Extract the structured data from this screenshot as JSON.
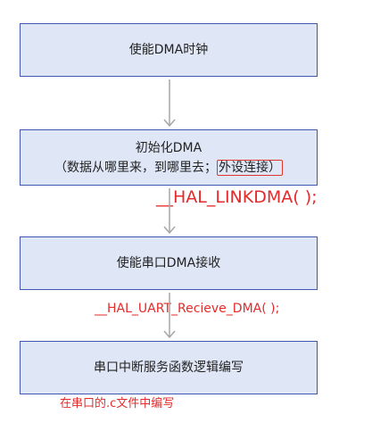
{
  "colors": {
    "box_fill": "#dfe6f6",
    "box_border": "#3f56b3",
    "arrow": "#a6a6a6",
    "annotation": "#e42a2a"
  },
  "steps": [
    {
      "lines": [
        "使能DMA时钟"
      ]
    },
    {
      "line1": "初始化DMA",
      "line2_prefix": "（数据从哪里来，到哪里去；",
      "line2_highlight": "外设连接）"
    },
    {
      "lines": [
        "使能串口DMA接收"
      ]
    },
    {
      "lines": [
        "串口中断服务函数逻辑编写"
      ]
    }
  ],
  "annotations": {
    "link_dma": "__HAL_LINKDMA( );",
    "uart_receive": "__HAL_UART_Recieve_DMA( );",
    "file_note": "在串口的.c文件中编写"
  }
}
